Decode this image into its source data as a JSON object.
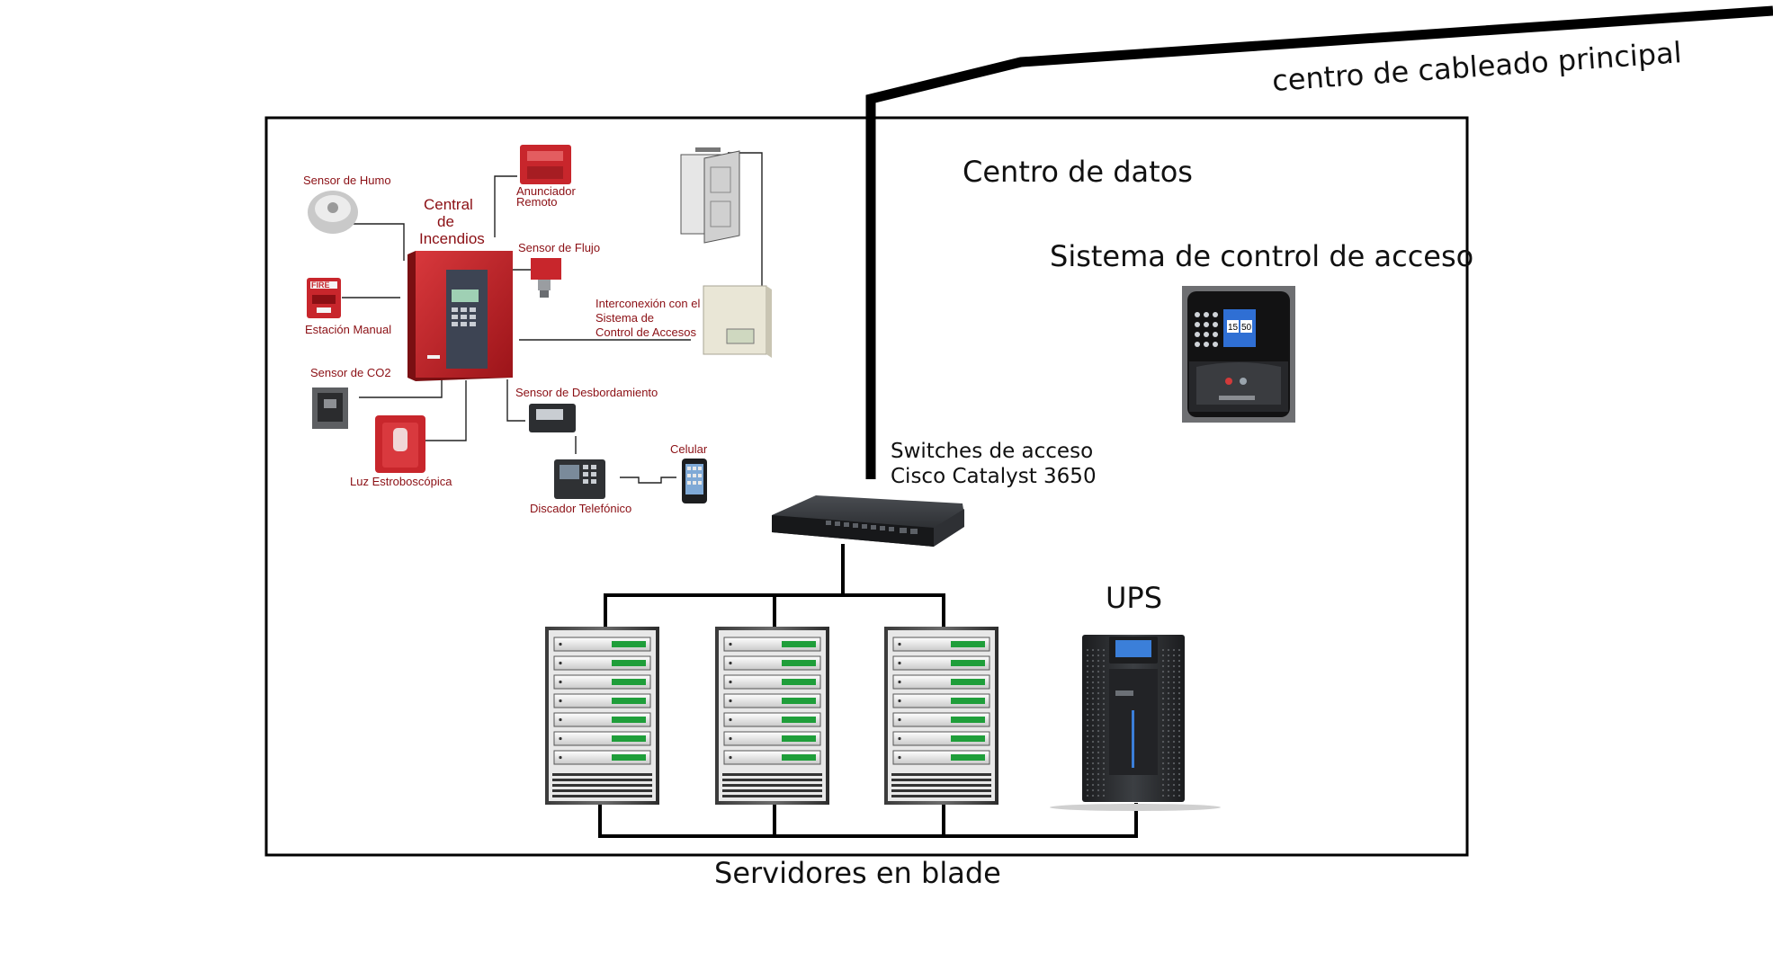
{
  "labels": {
    "main_wiring": "centro de cableado principal",
    "data_center": "Centro de datos",
    "access_control": "Sistema de control de acceso",
    "switch_line1": "Switches de acceso",
    "switch_line2": "Cisco Catalyst 3650",
    "ups": "UPS",
    "servers": "Servidores en  blade"
  },
  "fire_panel": {
    "central_1": "Central",
    "central_2": "de",
    "central_3": "Incendios",
    "smoke": "Sensor de Humo",
    "annunciator_1": "Anunciador",
    "annunciator_2": "Remoto",
    "flow": "Sensor de Flujo",
    "manual": "Estación Manual",
    "interconnect_1": "Interconexión con el",
    "interconnect_2": "Sistema de",
    "interconnect_3": "Control de Accesos",
    "co2": "Sensor de CO2",
    "overflow": "Sensor de Desbordamiento",
    "phone": "Celular",
    "strobe": "Luz Estroboscópica",
    "dialer": "Discador Telefónico",
    "fire_sign": "FIRE"
  },
  "device_text": {
    "clock_hour": "15",
    "clock_min": "50"
  },
  "colors": {
    "panel_red": "#c8262c",
    "label_red": "#8b0f14",
    "server_green": "#1f9e3a",
    "switch_dark": "#2b2d30",
    "ups_dark": "#2a2c2f"
  },
  "servers": {
    "count": 3,
    "units_per_rack": 7
  }
}
